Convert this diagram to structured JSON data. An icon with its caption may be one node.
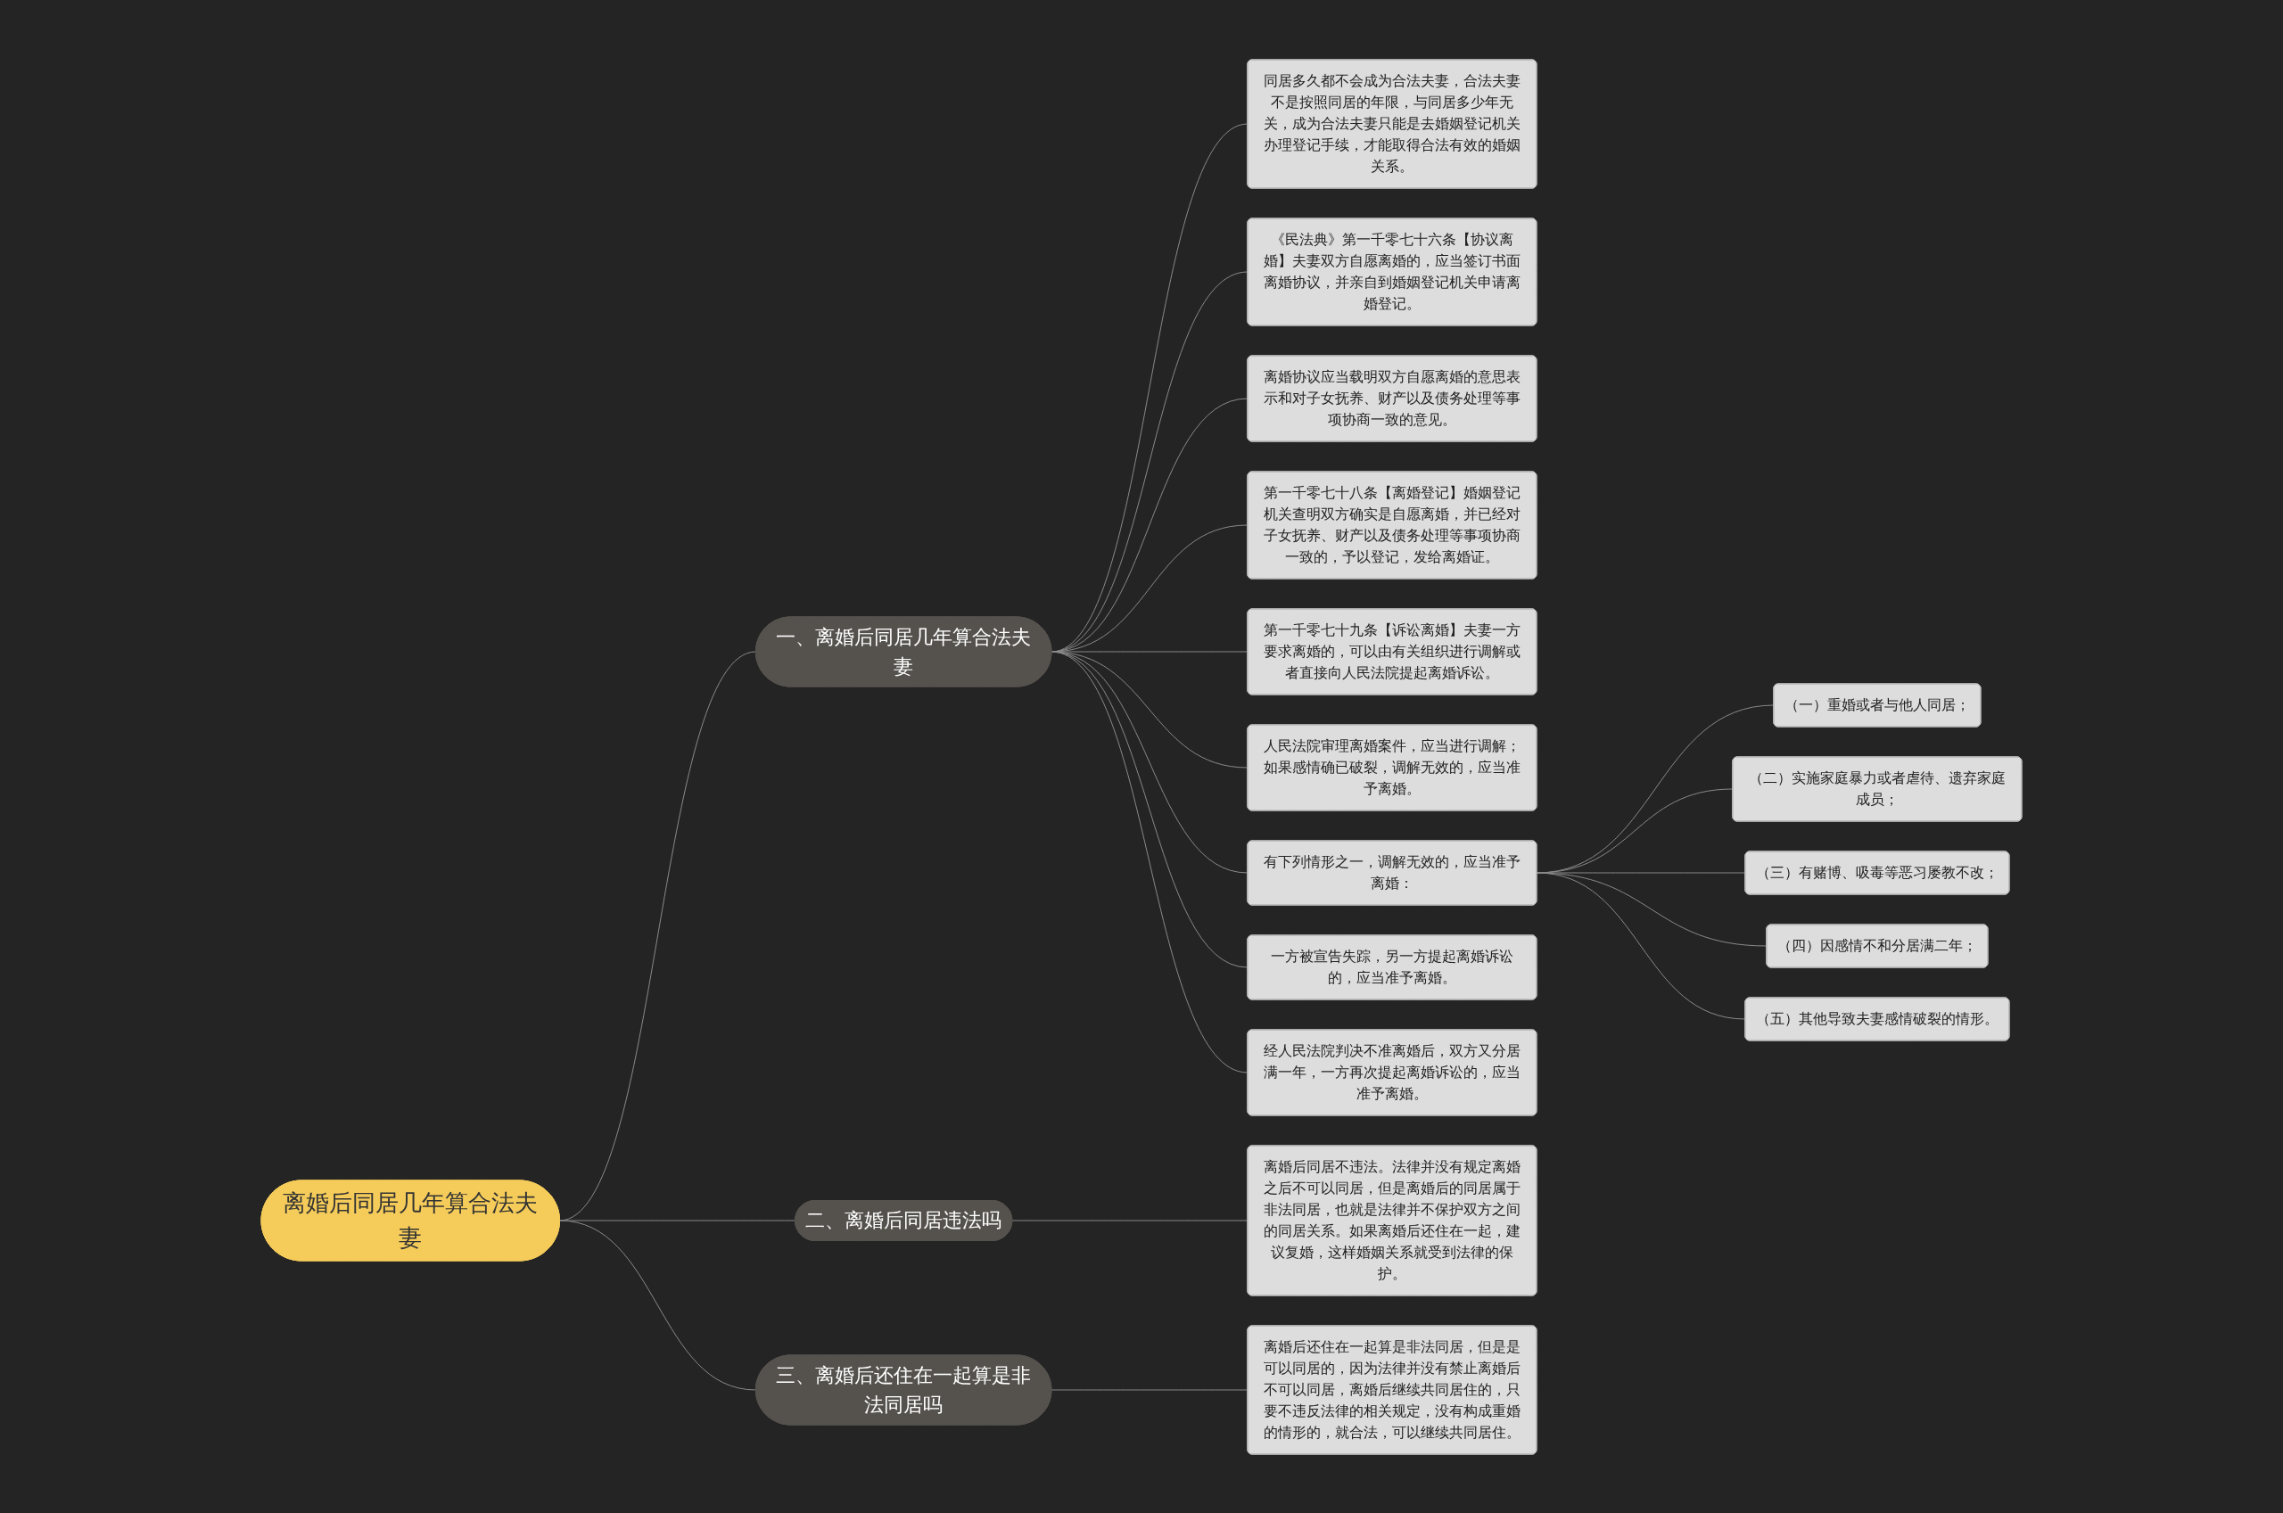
{
  "diagram": {
    "nodes": [
      {
        "text": [
          "离婚后同居几年算合法夫妻"
        ]
      },
      {
        "text": [
          "一、离婚后同居几年算合法夫妻"
        ]
      },
      {
        "text": [
          "同居多久都不会成为合法夫妻，合法夫妻不是按照同居的年限，与同居多少年无关，成为合法夫妻只能是去婚姻登记机关办理登记手续，才能取得合法有效的婚姻关系。"
        ]
      },
      {
        "text": [
          "《民法典》第一千零七十六条【协议离婚】夫妻双方自愿离婚的，应当签订书面离婚协议，并亲自到婚姻登记机关申请离婚登记。"
        ]
      },
      {
        "text": [
          "离婚协议应当载明双方自愿离婚的意思表示和对子女抚养、财产以及债务处理等事项协商一致的意见。"
        ]
      },
      {
        "text": [
          "第一千零七十八条【离婚登记】婚姻登记机关查明双方确实是自愿离婚，并已经对子女抚养、财产以及债务处理等事项协商一致的，予以登记，发给离婚证。"
        ]
      },
      {
        "text": [
          "第一千零七十九条【诉讼离婚】夫妻一方要求离婚的，可以由有关组织进行调解或者直接向人民法院提起离婚诉讼。"
        ]
      },
      {
        "text": [
          "人民法院审理离婚案件，应当进行调解；如果感情确已破裂，调解无效的，应当准予离婚。"
        ]
      },
      {
        "text": [
          "有下列情形之一，调解无效的，应当准予离婚："
        ]
      },
      {
        "text": [
          "（一）重婚或者与他人同居；"
        ]
      },
      {
        "text": [
          "（二）实施家庭暴力或者虐待、遗弃家庭成员；"
        ]
      },
      {
        "text": [
          "（三）有赌博、吸毒等恶习屡教不改；"
        ]
      },
      {
        "text": [
          "（四）因感情不和分居满二年；"
        ]
      },
      {
        "text": [
          "（五）其他导致夫妻感情破裂的情形。"
        ]
      },
      {
        "text": [
          "一方被宣告失踪，另一方提起离婚诉讼的，应当准予离婚。"
        ]
      },
      {
        "text": [
          "经人民法院判决不准离婚后，双方又分居满一年，一方再次提起离婚诉讼的，应当准予离婚。"
        ]
      },
      {
        "text": [
          "二、离婚后同居违法吗"
        ]
      },
      {
        "text": [
          "离婚后同居不违法。法律并没有规定离婚之后不可以同居，但是离婚后的同居属于非法同居，也就是法律并不保护双方之间的同居关系。如果离婚后还住在一起，建议复婚，这样婚姻关系就受到法律的保护。"
        ]
      },
      {
        "text": [
          "三、离婚后还住在一起算是非法同居吗"
        ]
      },
      {
        "text": [
          "离婚后还住在一起算是非法同居，但是是可以同居的，因为法律并没有禁止离婚后不可以同居，离婚后继续共同居住的，只要不违反法律的相关规定，没有构成重婚的情形的，就合法，可以继续共同居住。"
        ]
      }
    ],
    "edges": [
      {
        "from": 0,
        "to": 1,
        "arrow": "none"
      },
      {
        "from": 1,
        "to": 2,
        "arrow": "none"
      },
      {
        "from": 1,
        "to": 3,
        "arrow": "none"
      },
      {
        "from": 1,
        "to": 4,
        "arrow": "none"
      },
      {
        "from": 1,
        "to": 5,
        "arrow": "none"
      },
      {
        "from": 1,
        "to": 6,
        "arrow": "none"
      },
      {
        "from": 1,
        "to": 7,
        "arrow": "none"
      },
      {
        "from": 1,
        "to": 8,
        "arrow": "none"
      },
      {
        "from": 8,
        "to": 9,
        "arrow": "none"
      },
      {
        "from": 8,
        "to": 10,
        "arrow": "none"
      },
      {
        "from": 8,
        "to": 11,
        "arrow": "none"
      },
      {
        "from": 8,
        "to": 12,
        "arrow": "none"
      },
      {
        "from": 8,
        "to": 13,
        "arrow": "none"
      },
      {
        "from": 1,
        "to": 14,
        "arrow": "none"
      },
      {
        "from": 1,
        "to": 15,
        "arrow": "none"
      },
      {
        "from": 0,
        "to": 16,
        "arrow": "none"
      },
      {
        "from": 16,
        "to": 17,
        "arrow": "none"
      },
      {
        "from": 0,
        "to": 18,
        "arrow": "none"
      },
      {
        "from": 18,
        "to": 19,
        "arrow": "none"
      }
    ]
  }
}
